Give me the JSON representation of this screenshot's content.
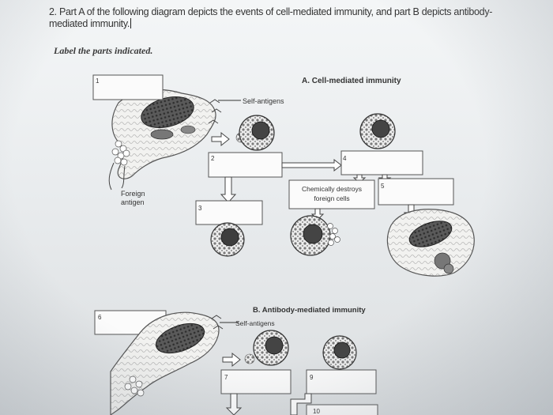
{
  "question": {
    "text": "2. Part A of the following diagram depicts the events of cell-mediated immunity, and part B depicts antibody-mediated immunity.",
    "instruction": "Label the parts indicated."
  },
  "part_a": {
    "title": "A. Cell-mediated immunity",
    "self_antigens": "Self-antigens",
    "foreign_antigen_line1": "Foreign",
    "foreign_antigen_line2": "antigen",
    "chem_line1": "Chemically destroys",
    "chem_line2": "foreign cells",
    "box_numbers": [
      "1",
      "2",
      "3",
      "4",
      "5"
    ]
  },
  "part_b": {
    "title": "B. Antibody-mediated immunity",
    "self_antigens": "Self-antigens",
    "box_numbers": [
      "6",
      "7",
      "9",
      "10"
    ]
  }
}
